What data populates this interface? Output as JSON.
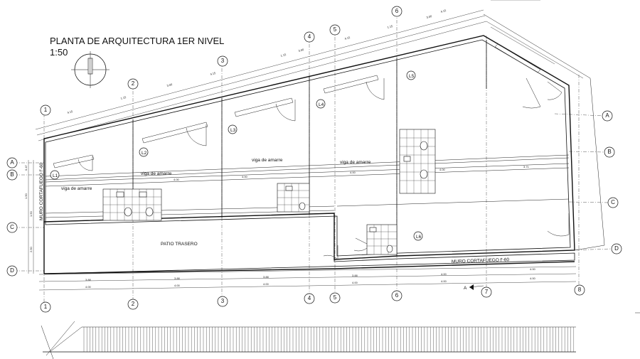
{
  "drawing": {
    "title": "PLANTA DE ARQUITECTURA  1ER NIVEL",
    "scale": "1:50",
    "labels": {
      "viga_1": "viga de amarre",
      "viga_2": "viga de amarre",
      "viga_3": "viga de amarre",
      "viga_4": "viga de amarre",
      "patio": "PATIO TRASERO",
      "muro_left": "MURO CORTAFUEGO  f'-60",
      "muro_bottom": "MURO CORTAFUEGO  f'-60",
      "section_mark": "A"
    }
  },
  "axes": {
    "numeric": [
      "1",
      "2",
      "3",
      "4",
      "5",
      "6",
      "7",
      "8"
    ],
    "letters": [
      "A",
      "B",
      "C",
      "D"
    ]
  },
  "rooms": [
    "L1",
    "L2",
    "L3",
    "L4",
    "L5",
    "L6"
  ],
  "dimensions": {
    "top_chain": [
      "4.15",
      "1.15",
      "3.00",
      "4.15",
      "1.15",
      "3.00",
      "4.15",
      "1.15",
      "3.00",
      "4.15"
    ],
    "bottom_chain": [
      "3.88",
      "3.88",
      "3.88",
      "3.88",
      "4.00",
      "4.00",
      "4.00"
    ],
    "bottom_total": [
      "4.00",
      "4.00",
      "4.00",
      "4.00",
      "4.00",
      "4.00"
    ],
    "left_chain": [
      "0.47",
      "1.50",
      "1.50",
      "2.50"
    ],
    "inner": [
      "4.00",
      "4.00",
      "4.00",
      "4.00",
      "3.71"
    ]
  }
}
